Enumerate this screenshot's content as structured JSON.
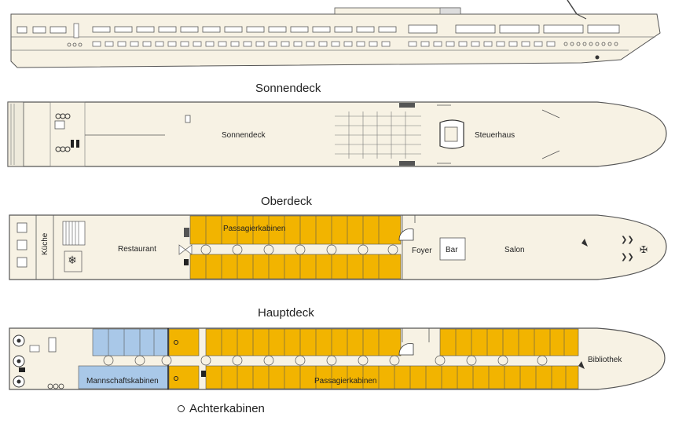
{
  "decks": {
    "sonnendeck": {
      "title": "Sonnendeck",
      "label": "Sonnendeck",
      "steuerhaus": "Steuerhaus"
    },
    "oberdeck": {
      "title": "Oberdeck",
      "kueche": "Küche",
      "restaurant": "Restaurant",
      "passagierkabinen": "Passagierkabinen",
      "foyer": "Foyer",
      "bar": "Bar",
      "salon": "Salon"
    },
    "hauptdeck": {
      "title": "Hauptdeck",
      "mannschaftskabinen": "Mannschaftskabinen",
      "passagierkabinen": "Passagierkabinen",
      "bibliothek": "Bibliothek"
    }
  },
  "legend": {
    "label": "Achterkabinen"
  },
  "colors": {
    "hull": "#f7f2e4",
    "passenger_cabin": "#f2b400",
    "crew_cabin": "#a9c8e8",
    "outline": "#555555"
  }
}
